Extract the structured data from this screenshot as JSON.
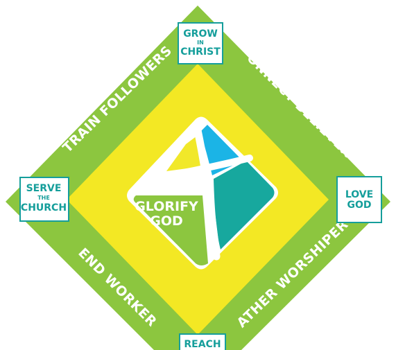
{
  "colors": {
    "outer_green": "#8cc63f",
    "inner_yellow": "#f3e824",
    "teal": "#17a89e",
    "blue": "#1bb4e6",
    "small_yellow": "#f1e82a",
    "center_green": "#8cc63f",
    "text_teal": "#159e9b",
    "white": "#ffffff"
  },
  "center": {
    "line1": "GLORIFY",
    "line2": "GOD"
  },
  "edges": {
    "top_left": "TRAIN FOLLOWERS",
    "top_right": "CONNECT BELIEVERS",
    "bottom_left": "SEND WORKERS",
    "bottom_right": "GATHER WORSHIPERS"
  },
  "boxes": {
    "top": {
      "line1": "GROW",
      "line2": "IN",
      "line3": "CHRIST"
    },
    "left": {
      "line1": "SERVE",
      "line2": "THE",
      "line3": "CHURCH"
    },
    "right": {
      "line1": "LOVE",
      "line2": "GOD"
    },
    "bottom": {
      "line1": "REACH"
    }
  }
}
